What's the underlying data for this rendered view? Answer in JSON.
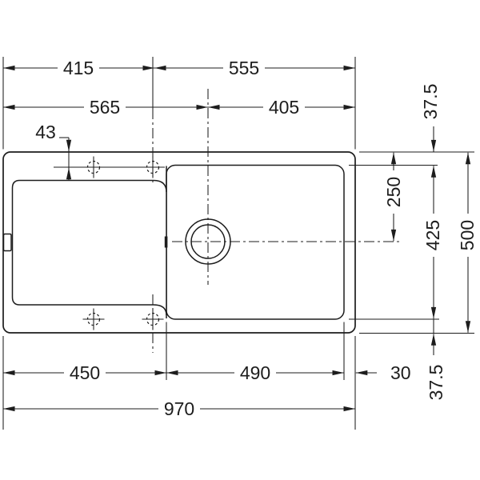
{
  "diagram": {
    "type": "technical-drawing",
    "subject": "Inset kitchen sink with drainer — plan view with dimensions",
    "colors": {
      "line": "#1d1d1d",
      "background": "#ffffff"
    },
    "dimensions": {
      "top_left_width": "415",
      "top_right_width": "555",
      "left_to_drain_center": "565",
      "drain_center_to_right": "405",
      "tap_hole_offset": "43",
      "rim_top": "37.5",
      "top_to_drain_centerline": "250",
      "bowl_depth": "425",
      "total_depth": "500",
      "rim_bottom": "37.5",
      "drainer_width": "450",
      "bowl_width": "490",
      "rim_right": "30",
      "total_width": "970"
    }
  }
}
